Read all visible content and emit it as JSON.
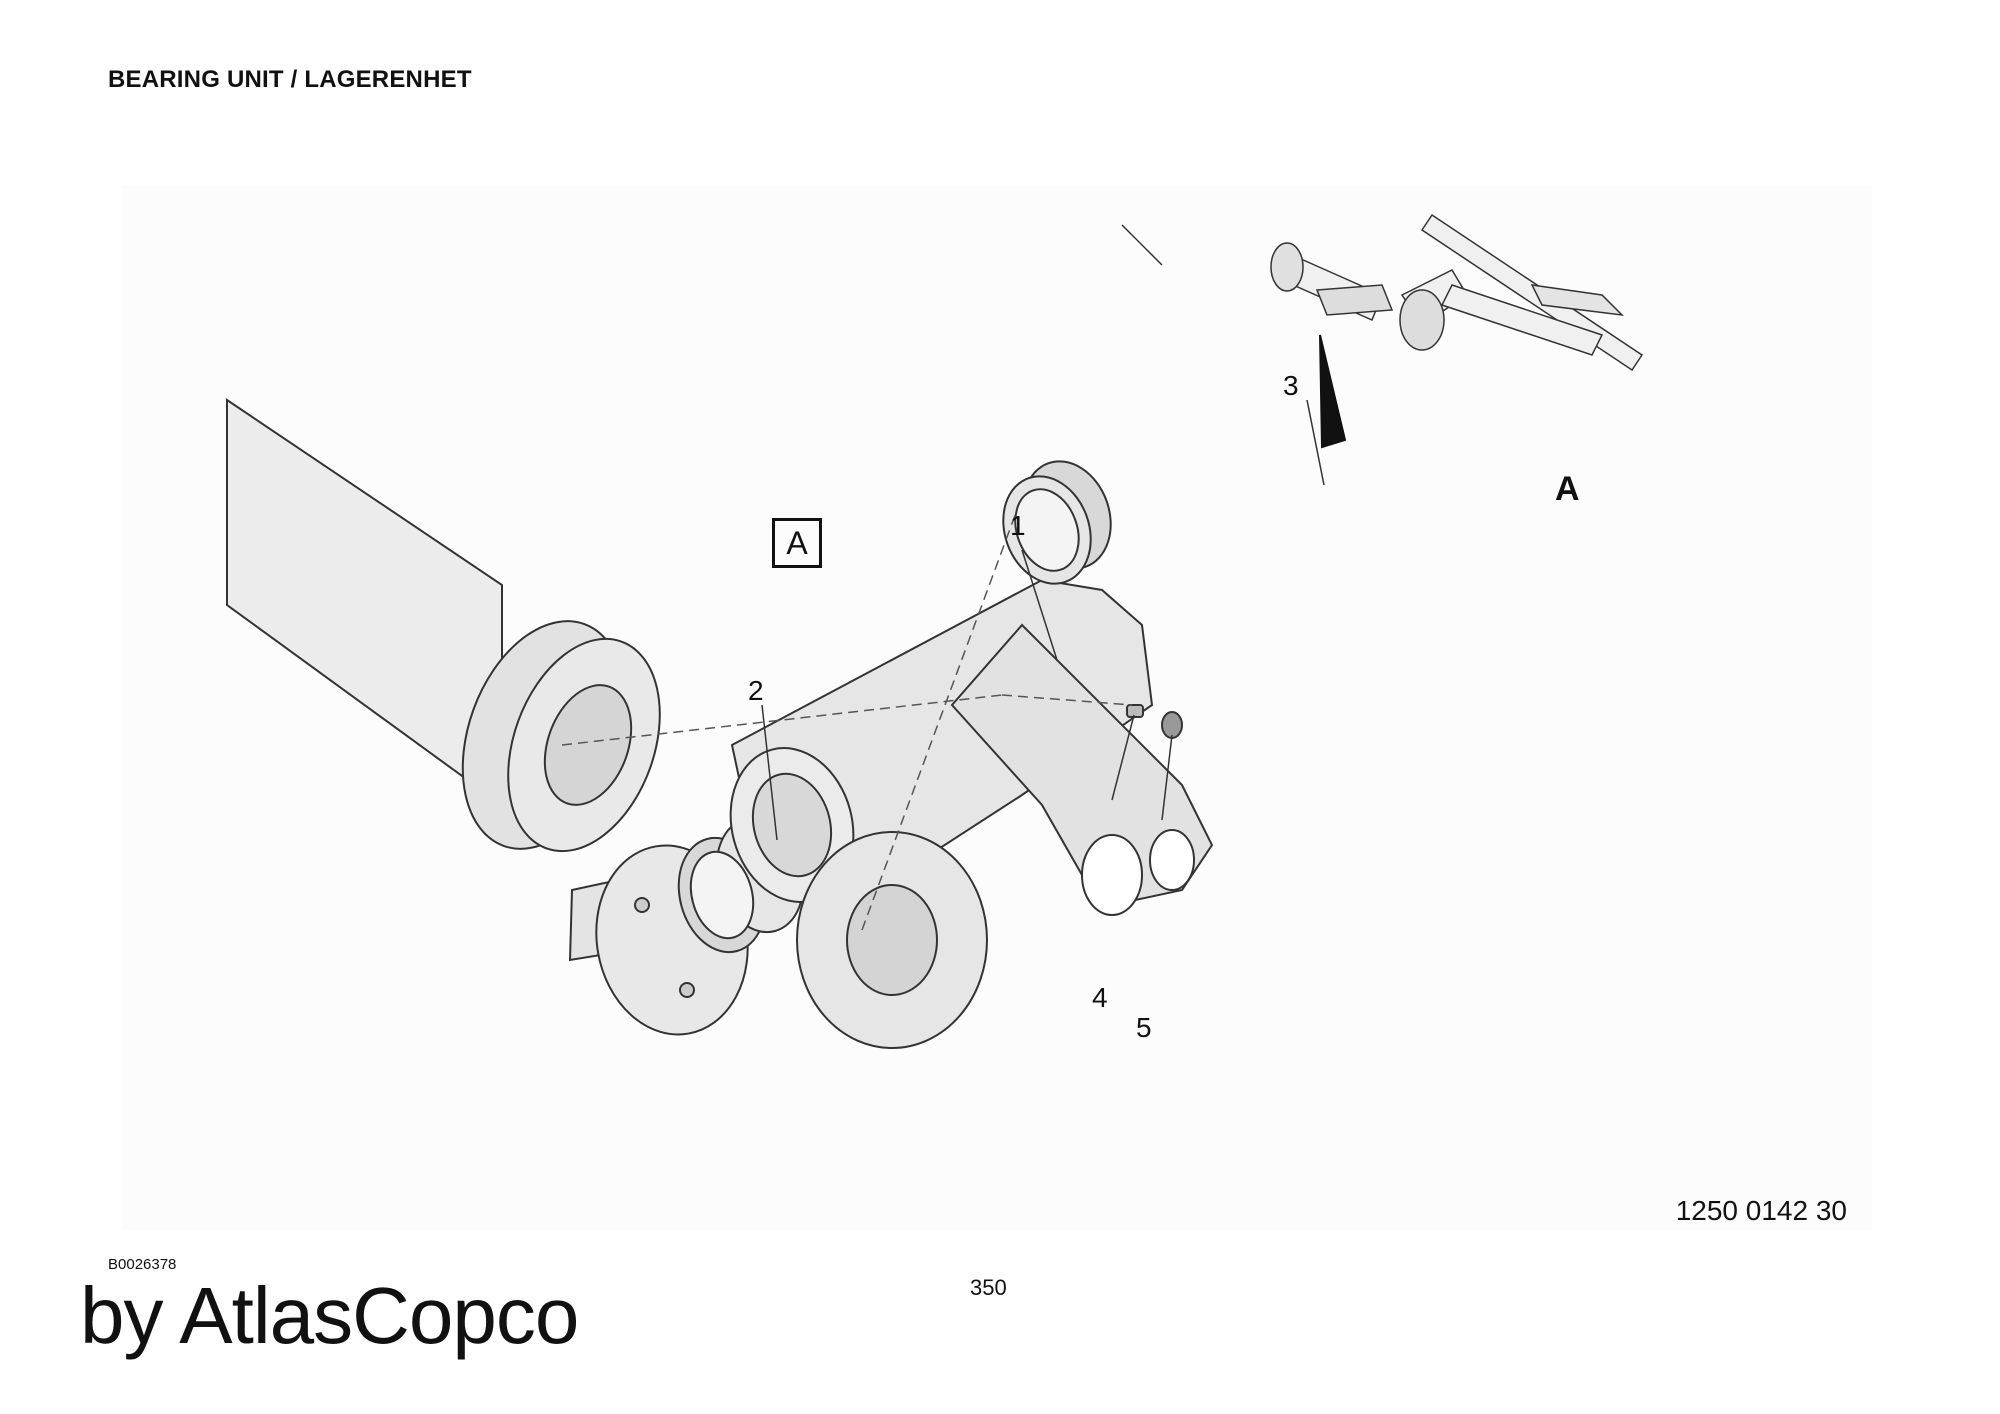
{
  "page": {
    "title": "BEARING UNIT / LAGERENHET",
    "drawing_number": "1250 0142 30",
    "reference_code": "B0026378",
    "page_number": "350",
    "brand": "by AtlasCopco"
  },
  "figure": {
    "view_label": "A",
    "overview_pointer_label": "A",
    "callouts": [
      {
        "id": "1",
        "label": "1"
      },
      {
        "id": "2",
        "label": "2"
      },
      {
        "id": "3",
        "label": "3"
      },
      {
        "id": "4",
        "label": "4"
      },
      {
        "id": "5",
        "label": "5"
      }
    ]
  },
  "colors": {
    "part_fill": "#e6e6e6",
    "line": "#333333",
    "background_panel": "#fcfcfc"
  }
}
